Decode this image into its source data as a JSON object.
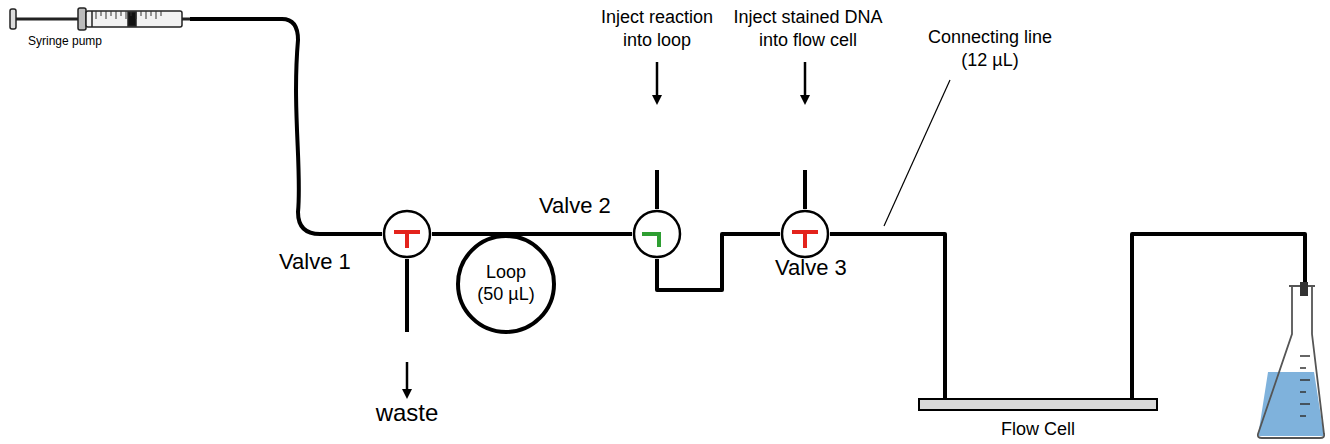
{
  "diagram": {
    "nodes": [
      {
        "text": [
          "Valve 1"
        ]
      },
      {
        "text": [
          "Loop (50 µL)"
        ]
      },
      {
        "text": [
          "Valve 2"
        ]
      },
      {
        "text": [
          "Valve 3"
        ]
      },
      {
        "text": [
          "Flow Cell"
        ]
      }
    ],
    "edges": [
      {
        "from": 0,
        "to": 1,
        "arrow": "none"
      },
      {
        "from": 1,
        "to": 2,
        "arrow": "none"
      },
      {
        "from": 2,
        "to": 3,
        "arrow": "none"
      },
      {
        "from": 3,
        "to": 4,
        "arrow": "none"
      }
    ],
    "labels": [
      "Syringe pump",
      "waste",
      "Inject reaction into loop",
      "Inject stained DNA into flow cell",
      "Connecting line (12 µL)"
    ]
  }
}
